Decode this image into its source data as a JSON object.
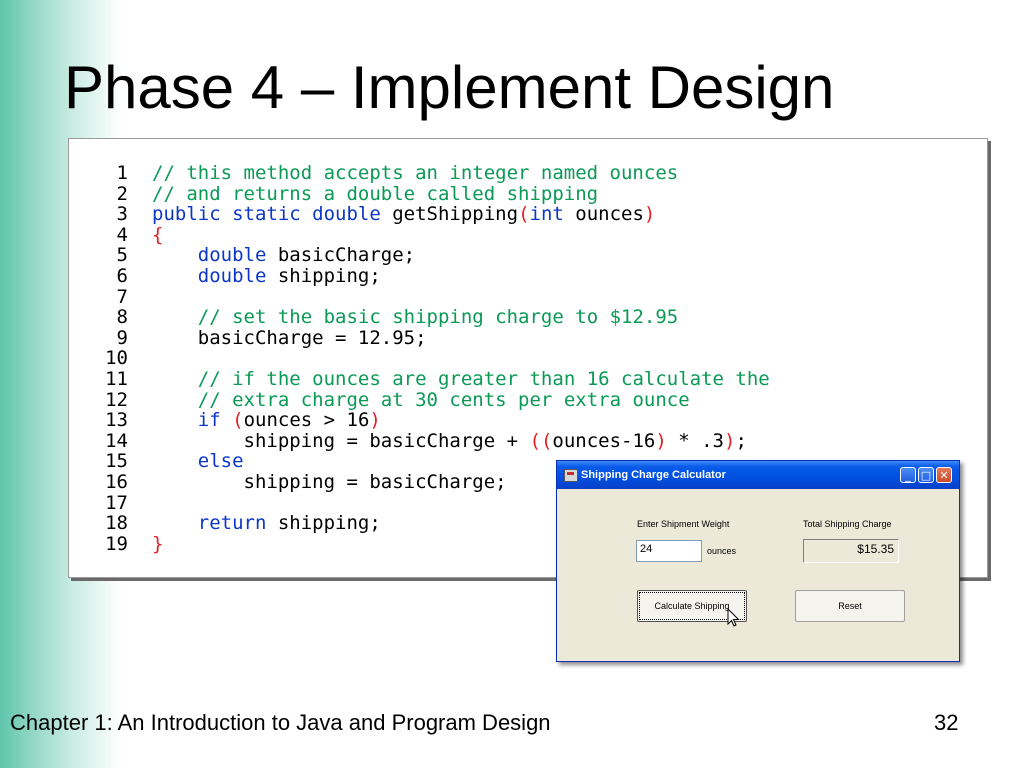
{
  "slide": {
    "title": "Phase 4 – Implement Design",
    "footer": "Chapter 1: An Introduction to Java and Program Design",
    "page_number": "32"
  },
  "colors": {
    "comment": "#0a9a56",
    "keyword": "#0b37c9",
    "paren": "#e41e26",
    "sidebar_gradient": "#5ec5ad",
    "titlebar": "#0050e0"
  },
  "code": {
    "lines": [
      {
        "n": "1",
        "tokens": [
          {
            "t": "// this method accepts an integer named ounces",
            "k": "cm"
          }
        ]
      },
      {
        "n": "2",
        "tokens": [
          {
            "t": "// and returns a double called shipping",
            "k": "cm"
          }
        ]
      },
      {
        "n": "3",
        "tokens": [
          {
            "t": "public static double ",
            "k": "kw"
          },
          {
            "t": "getShipping",
            "k": "tx"
          },
          {
            "t": "(",
            "k": "pn"
          },
          {
            "t": "int",
            "k": "kw"
          },
          {
            "t": " ounces",
            "k": "tx"
          },
          {
            "t": ")",
            "k": "pn"
          }
        ]
      },
      {
        "n": "4",
        "tokens": [
          {
            "t": "{",
            "k": "pn"
          }
        ]
      },
      {
        "n": "5",
        "tokens": [
          {
            "t": "    ",
            "k": "tx"
          },
          {
            "t": "double",
            "k": "kw"
          },
          {
            "t": " basicCharge;",
            "k": "tx"
          }
        ]
      },
      {
        "n": "6",
        "tokens": [
          {
            "t": "    ",
            "k": "tx"
          },
          {
            "t": "double",
            "k": "kw"
          },
          {
            "t": " shipping;",
            "k": "tx"
          }
        ]
      },
      {
        "n": "7",
        "tokens": []
      },
      {
        "n": "8",
        "tokens": [
          {
            "t": "    ",
            "k": "tx"
          },
          {
            "t": "// set the basic shipping charge to $12.95",
            "k": "cm"
          }
        ]
      },
      {
        "n": "9",
        "tokens": [
          {
            "t": "    basicCharge = 12.95;",
            "k": "tx"
          }
        ]
      },
      {
        "n": "10",
        "tokens": []
      },
      {
        "n": "11",
        "tokens": [
          {
            "t": "    ",
            "k": "tx"
          },
          {
            "t": "// if the ounces are greater than 16 calculate the",
            "k": "cm"
          }
        ]
      },
      {
        "n": "12",
        "tokens": [
          {
            "t": "    ",
            "k": "tx"
          },
          {
            "t": "// extra charge at 30 cents per extra ounce",
            "k": "cm"
          }
        ]
      },
      {
        "n": "13",
        "tokens": [
          {
            "t": "    ",
            "k": "tx"
          },
          {
            "t": "if",
            "k": "kw"
          },
          {
            "t": " ",
            "k": "tx"
          },
          {
            "t": "(",
            "k": "pn"
          },
          {
            "t": "ounces > 16",
            "k": "tx"
          },
          {
            "t": ")",
            "k": "pn"
          }
        ]
      },
      {
        "n": "14",
        "tokens": [
          {
            "t": "        shipping = basicCharge + ",
            "k": "tx"
          },
          {
            "t": "((",
            "k": "pn"
          },
          {
            "t": "ounces-16",
            "k": "tx"
          },
          {
            "t": ")",
            "k": "pn"
          },
          {
            "t": " * .3",
            "k": "tx"
          },
          {
            "t": ")",
            "k": "pn"
          },
          {
            "t": ";",
            "k": "tx"
          }
        ]
      },
      {
        "n": "15",
        "tokens": [
          {
            "t": "    ",
            "k": "tx"
          },
          {
            "t": "else",
            "k": "kw"
          }
        ]
      },
      {
        "n": "16",
        "tokens": [
          {
            "t": "        shipping = basicCharge;",
            "k": "tx"
          }
        ]
      },
      {
        "n": "17",
        "tokens": []
      },
      {
        "n": "18",
        "tokens": [
          {
            "t": "    ",
            "k": "tx"
          },
          {
            "t": "return",
            "k": "kw"
          },
          {
            "t": " shipping;",
            "k": "tx"
          }
        ]
      },
      {
        "n": "19",
        "tokens": [
          {
            "t": "}",
            "k": "pn"
          }
        ]
      }
    ]
  },
  "dialog": {
    "title": "Shipping Charge Calculator",
    "icons": {
      "app": "calculator-icon",
      "minimize": "minimize-icon",
      "maximize": "maximize-icon",
      "close": "close-icon"
    },
    "weight_label": "Enter Shipment Weight",
    "weight_value": "24",
    "weight_unit": "ounces",
    "total_label": "Total Shipping Charge",
    "total_value": "$15.35",
    "calculate_label": "Calculate Shipping",
    "reset_label": "Reset"
  }
}
